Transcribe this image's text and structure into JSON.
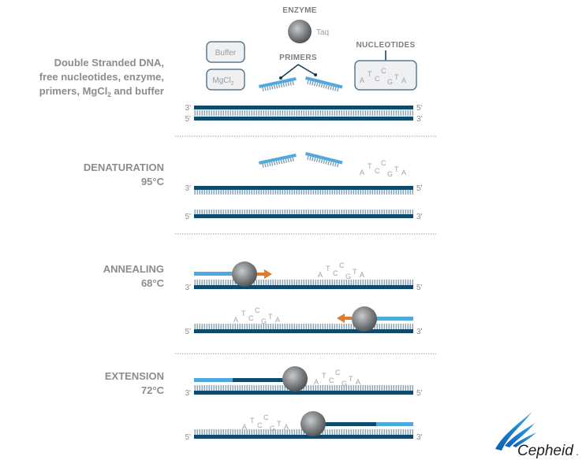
{
  "colors": {
    "strand": "#0d4a6e",
    "primer": "#4fa9de",
    "arrow": "#e07b2c",
    "label": "#8a8d90"
  },
  "components": {
    "description": [
      "Double Stranded DNA,",
      "free nucleotides, enzyme,",
      "primers, MgCl",
      "2",
      " and buffer"
    ],
    "enzyme_title": "ENZYME",
    "enzyme_name": "Taq",
    "buffer": "Buffer",
    "mgcl": "MgCl",
    "mgcl_sub": "2",
    "primers_title": "PRIMERS",
    "nucleotides_title": "NUCLEOTIDES"
  },
  "nucleotides": [
    "A",
    "T",
    "C",
    "C",
    "G",
    "T",
    "A"
  ],
  "ends": {
    "three": "3'",
    "five": "5'"
  },
  "steps": [
    {
      "name": "DENATURATION",
      "temp": "95°C"
    },
    {
      "name": "ANNEALING",
      "temp": "68°C"
    },
    {
      "name": "EXTENSION",
      "temp": "72°C"
    }
  ],
  "logo": {
    "text": "Cepheid",
    "mark": "."
  }
}
